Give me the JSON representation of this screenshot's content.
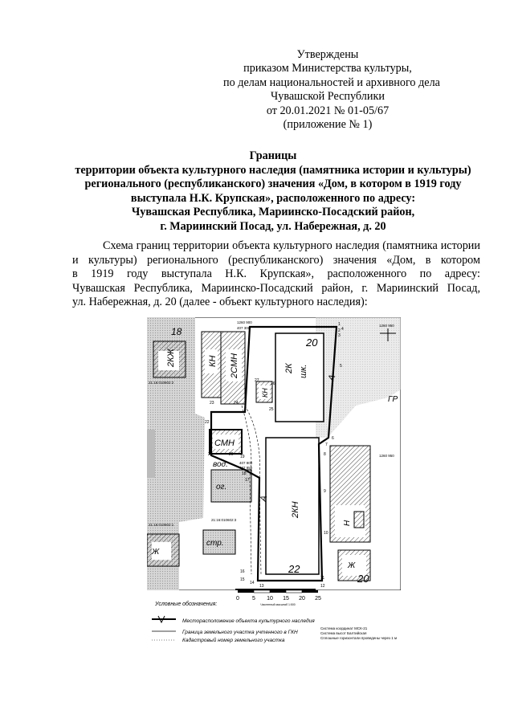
{
  "approval": {
    "lines": [
      "Утверждены",
      "приказом Министерства культуры,",
      "по делам национальностей и архивного дела",
      "Чувашской Республики",
      "от 20.01.2021 № 01-05/67",
      "(приложение № 1)"
    ]
  },
  "title": {
    "lines": [
      "Границы",
      "территории объекта культурного наследия (памятника истории и культуры)",
      "регионального (республиканского) значения «Дом, в котором в 1919 году",
      "выступала Н.К. Крупская», расположенного по адресу:",
      "Чувашская Республика, Мариинско-Посадский район,",
      "г. Мариинский Посад, ул. Набережная, д. 20"
    ]
  },
  "intro": {
    "lines": [
      "Схема границ территории объекта культурного наследия (памятника истории",
      "и культуры) регионального (республиканского) значения «Дом, в котором",
      "в 1919 году выступала Н.К. Крупская», расположенного по адресу:",
      "Чувашская Республика, Мариинско-Посадский район, г. Мариинский Посад,",
      "ул. Набережная, д. 20 (далее - объект культурного наследия):"
    ]
  },
  "map": {
    "coords": [
      "1260 950",
      "1260 950",
      "1260 900",
      "407 300",
      "407 900",
      "407 950"
    ],
    "building_labels": [
      "2КЖ",
      "КН",
      "2СМН",
      "2К",
      "шк.",
      "КН",
      "СМН",
      "вод.",
      "2КН",
      "А",
      "А",
      "Н",
      "Ж",
      "ог.",
      "стр.",
      "Ж",
      "ГР"
    ],
    "plot_numbers": [
      "18",
      "20",
      "22",
      "20"
    ],
    "cadastral": [
      "21:16:010602:2",
      "21:16:010602:1",
      "21:16:010602:3"
    ],
    "points": [
      "1",
      "2",
      "3",
      "4",
      "5",
      "6",
      "7",
      "8",
      "9",
      "10",
      "11",
      "12",
      "13",
      "14",
      "15",
      "16",
      "17",
      "18",
      "19",
      "20",
      "21",
      "22",
      "23",
      "24",
      "25",
      "26",
      "27"
    ],
    "scale": {
      "ticks": [
        "0",
        "5",
        "10",
        "15",
        "20",
        "25"
      ],
      "unit_label": "Численный масштаб 1:500"
    }
  },
  "legend": {
    "heading": "Условные обозначения:",
    "items": [
      "Месторасположение объекта культурного наследия",
      "Граница земельного участка учтенного в ГКН",
      "Кадастровый номер земельного участка"
    ],
    "notes": [
      "Система координат МСК-21",
      "Система высот Балтийская",
      "Сплошные горизонтали проведены через 1 м"
    ]
  }
}
